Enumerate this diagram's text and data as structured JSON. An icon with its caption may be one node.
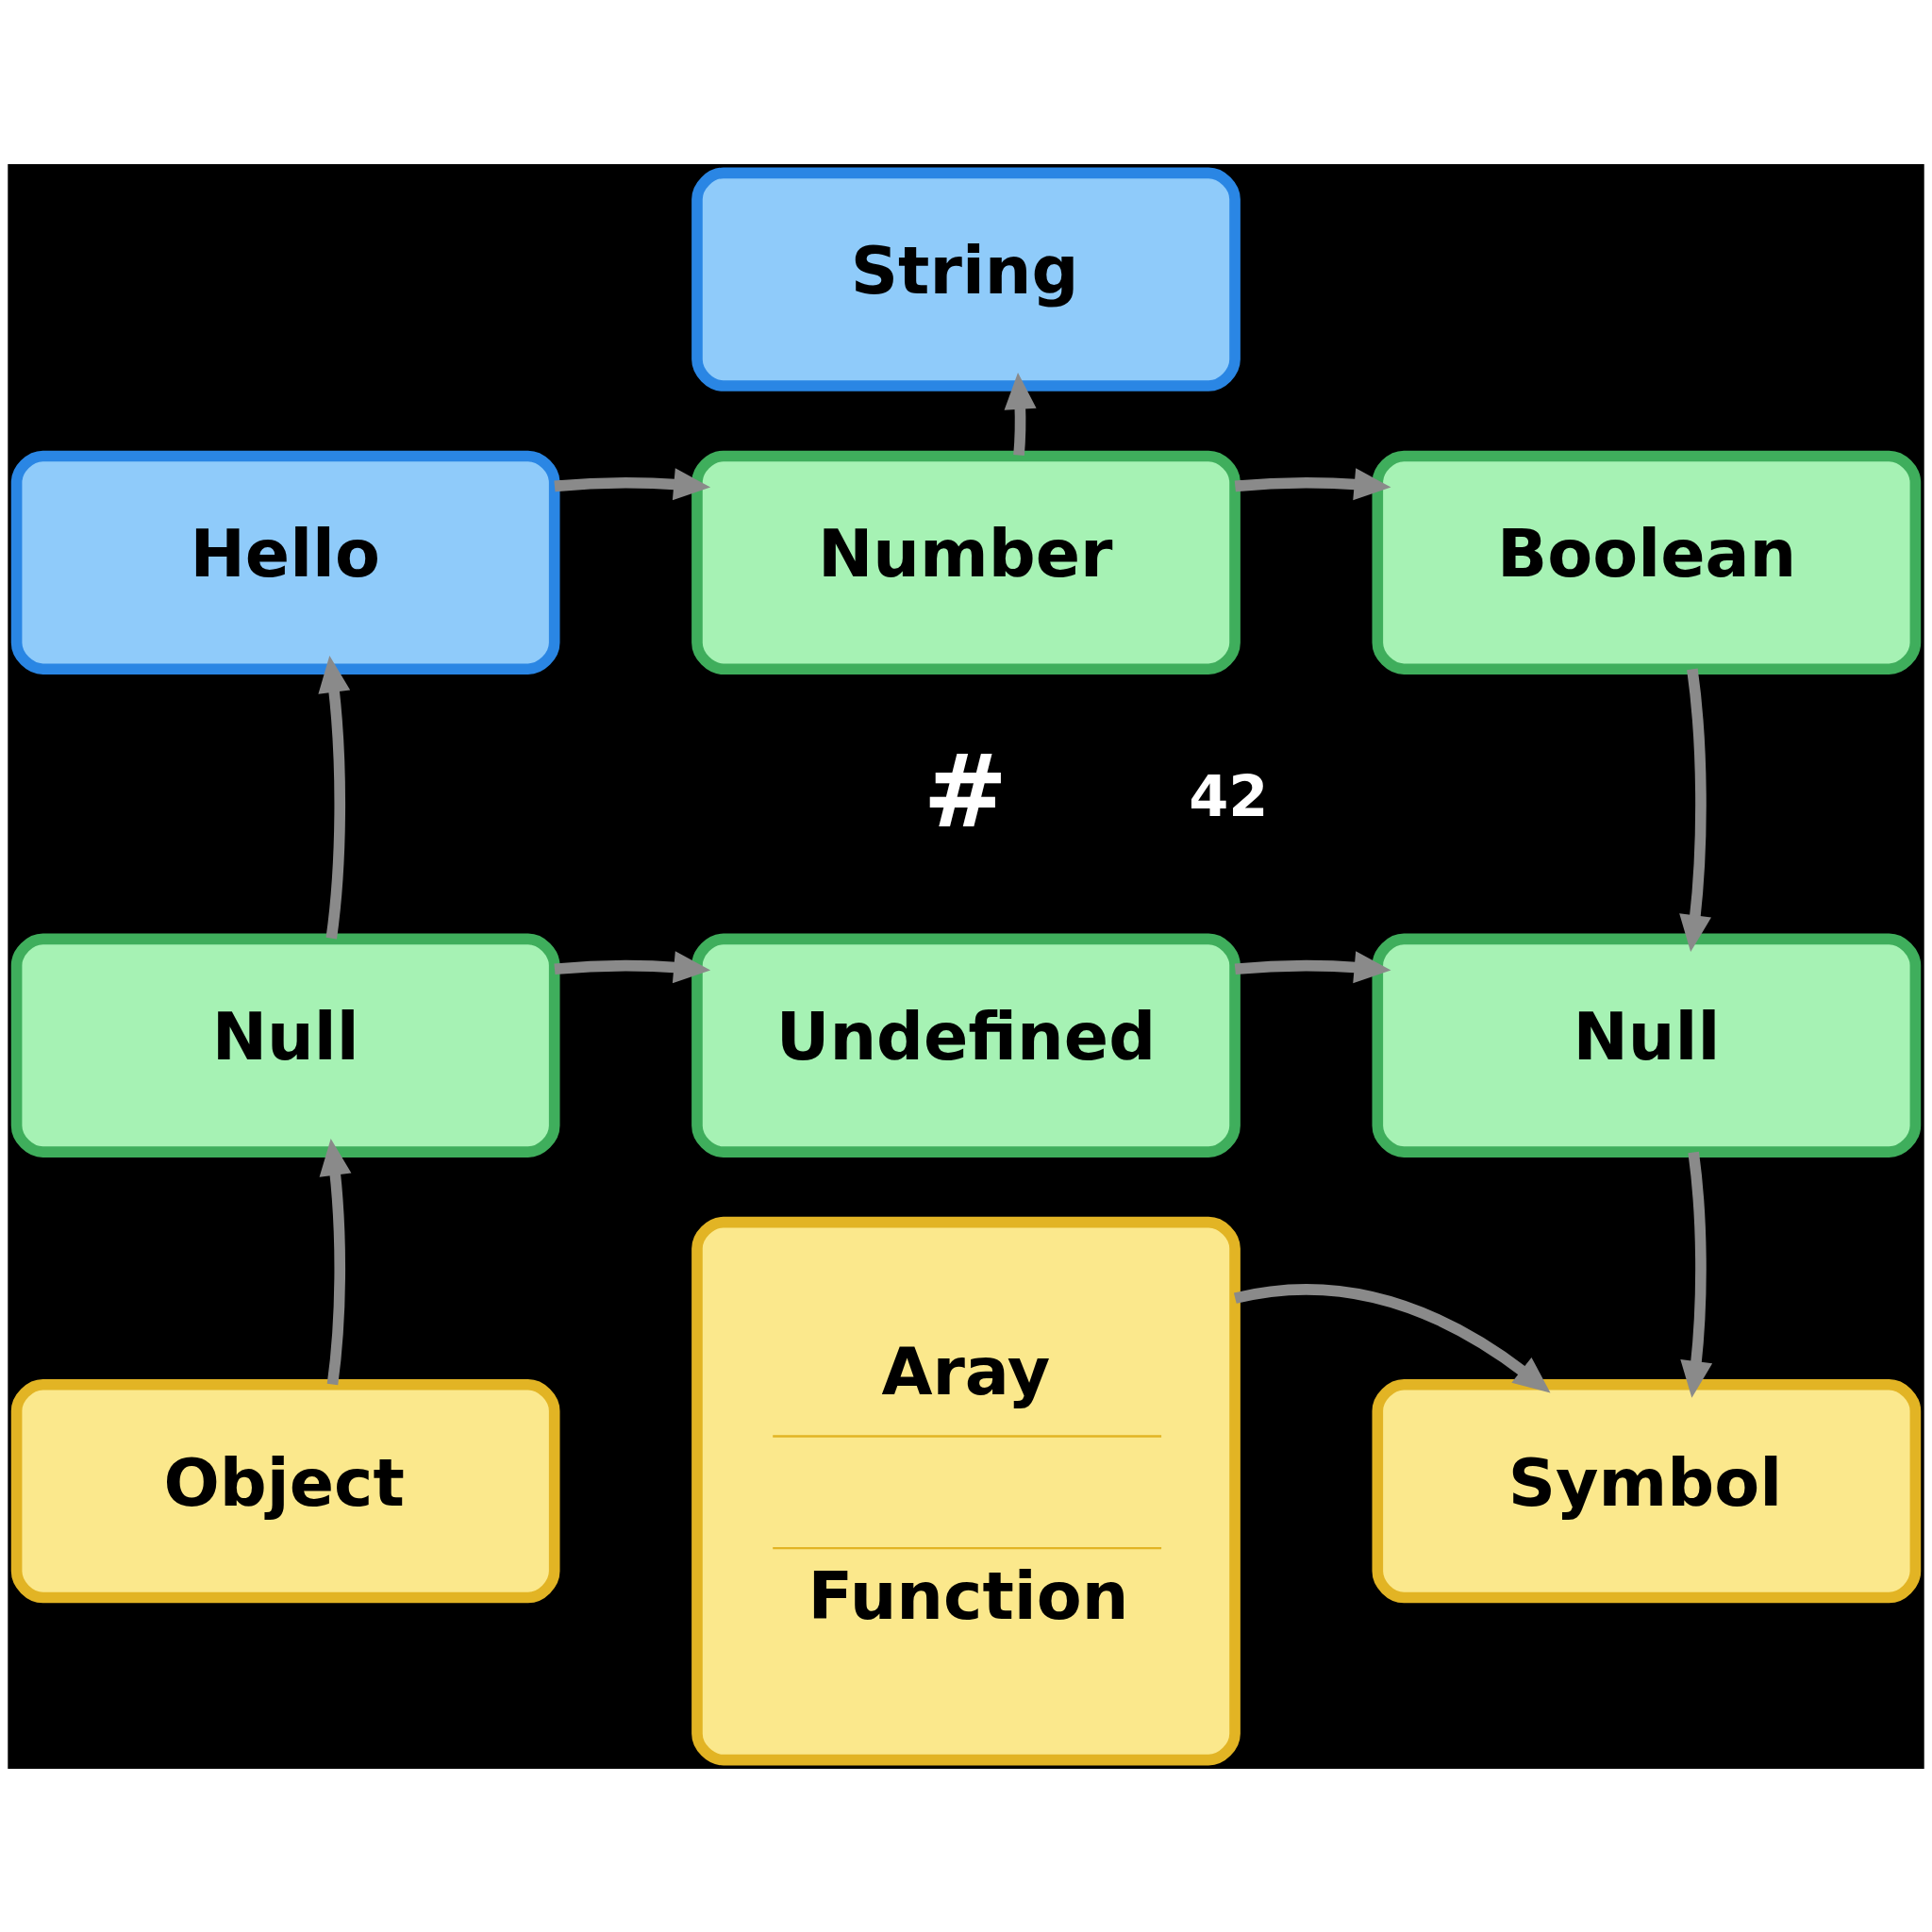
{
  "diagram": {
    "nodes": [
      {
        "text": [
          "String"
        ]
      },
      {
        "text": [
          "Hello"
        ]
      },
      {
        "text": [
          "Number"
        ]
      },
      {
        "text": [
          "Boolean"
        ]
      },
      {
        "text": [
          "Null"
        ]
      },
      {
        "text": [
          "Undefined"
        ]
      },
      {
        "text": [
          "Null"
        ]
      },
      {
        "text": [
          "Object"
        ]
      },
      {
        "text": [
          "Aray",
          "Function"
        ]
      },
      {
        "text": [
          "Symbol"
        ]
      }
    ],
    "edges": [
      {
        "from": 2,
        "to": 0,
        "arrow": "to"
      },
      {
        "from": 1,
        "to": 2,
        "arrow": "to"
      },
      {
        "from": 2,
        "to": 3,
        "arrow": "to"
      },
      {
        "from": 4,
        "to": 1,
        "arrow": "to"
      },
      {
        "from": 3,
        "to": 6,
        "arrow": "to"
      },
      {
        "from": 4,
        "to": 5,
        "arrow": "to"
      },
      {
        "from": 5,
        "to": 6,
        "arrow": "to"
      },
      {
        "from": 7,
        "to": 4,
        "arrow": "to"
      },
      {
        "from": 6,
        "to": 9,
        "arrow": "to"
      },
      {
        "from": 8,
        "to": 9,
        "arrow": "to"
      }
    ],
    "labels": [
      "#",
      "42"
    ]
  }
}
